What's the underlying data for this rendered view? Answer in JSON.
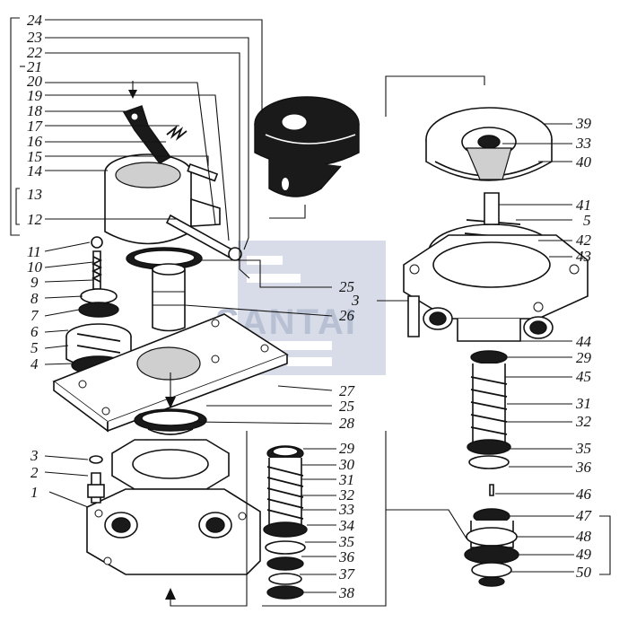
{
  "diagram": {
    "watermark": "SANTAI",
    "callouts": {
      "c1": "1",
      "c2": "2",
      "c3a": "3",
      "c3b": "3",
      "c4": "4",
      "c5a": "5",
      "c5b": "5",
      "c6": "6",
      "c7": "7",
      "c8": "8",
      "c9": "9",
      "c10": "10",
      "c11": "11",
      "c12": "12",
      "c13": "13",
      "c14": "14",
      "c15": "15",
      "c16": "16",
      "c17": "17",
      "c18": "18",
      "c19": "19",
      "c20": "20",
      "c21": "21",
      "c22": "22",
      "c23": "23",
      "c24": "24",
      "c25a": "25",
      "c25b": "25",
      "c26": "26",
      "c27": "27",
      "c28": "28",
      "c29a": "29",
      "c29b": "29",
      "c30": "30",
      "c31a": "31",
      "c31b": "31",
      "c32a": "32",
      "c32b": "32",
      "c33a": "33",
      "c33b": "33",
      "c34": "34",
      "c35a": "35",
      "c35b": "35",
      "c36a": "36",
      "c36b": "36",
      "c37": "37",
      "c38": "38",
      "c39": "39",
      "c40": "40",
      "c41": "41",
      "c42": "42",
      "c43": "43",
      "c44": "44",
      "c45": "45",
      "c46": "46",
      "c47": "47",
      "c48": "48",
      "c49": "49",
      "c50": "50"
    },
    "colors": {
      "ink": "#111111",
      "watermark": "#9aa6c2"
    }
  }
}
